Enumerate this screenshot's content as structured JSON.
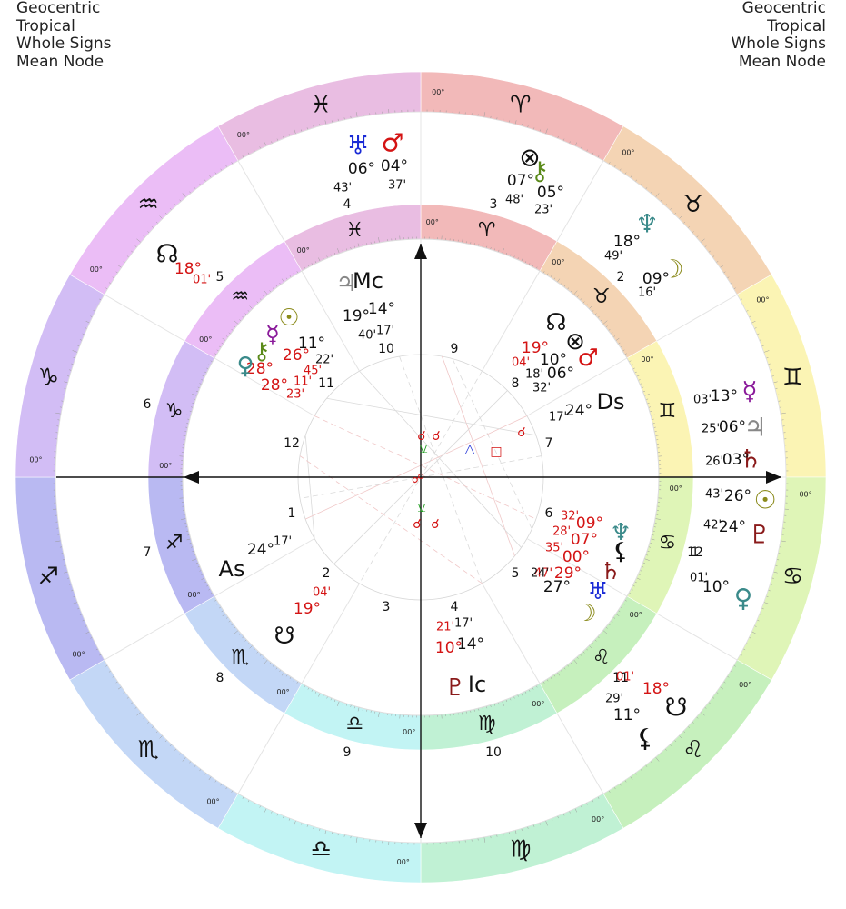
{
  "header": {
    "left": [
      "Geocentric",
      "Tropical",
      "Whole Signs",
      "Mean Node"
    ],
    "right": [
      "Geocentric",
      "Tropical",
      "Whole Signs",
      "Mean Node"
    ]
  },
  "signs": [
    {
      "glyph": "♈",
      "color": "#f2b9b9"
    },
    {
      "glyph": "♉",
      "color": "#f4d4b4"
    },
    {
      "glyph": "♊",
      "color": "#fbf4b4"
    },
    {
      "glyph": "♋",
      "color": "#dff5b7"
    },
    {
      "glyph": "♌",
      "color": "#c6f0bd"
    },
    {
      "glyph": "♍",
      "color": "#c0f1d4"
    },
    {
      "glyph": "♎",
      "color": "#c2f4f4"
    },
    {
      "glyph": "♏",
      "color": "#c3d7f6"
    },
    {
      "glyph": "♐",
      "color": "#b9b9f2"
    },
    {
      "glyph": "♑",
      "color": "#d2bdf5"
    },
    {
      "glyph": "♒",
      "color": "#ebbdf6"
    },
    {
      "glyph": "♓",
      "color": "#e9bde2"
    }
  ],
  "cusp_label": "00°",
  "outer_houses": [
    "1",
    "2",
    "3",
    "4",
    "5",
    "6",
    "7",
    "8",
    "9",
    "10",
    "11",
    "12"
  ],
  "inner_houses": [
    "1",
    "2",
    "3",
    "4",
    "5",
    "6",
    "7",
    "8",
    "9",
    "10",
    "11",
    "12"
  ],
  "outer_planets": [
    {
      "glyph": "♅",
      "color": "#1a2bd6",
      "deg": "06°",
      "min": "43'"
    },
    {
      "glyph": "♂",
      "color": "#d41414",
      "deg": "04°",
      "min": "37'"
    },
    {
      "glyph": "⊗",
      "color": "#111111",
      "deg": "07°",
      "min": "48'"
    },
    {
      "glyph": "⚷",
      "color": "#5a8a1a",
      "deg": "05°",
      "min": "23'"
    },
    {
      "glyph": "♆",
      "color": "#3a8a8a",
      "deg": "18°",
      "min": "49'"
    },
    {
      "glyph": "☽",
      "color": "#8a8a1a",
      "deg": "09°",
      "min": "16'"
    },
    {
      "glyph": "☊",
      "color": "#111111",
      "deg": "18°",
      "min": "01'"
    },
    {
      "glyph": "☿",
      "color": "#8a1a9a",
      "deg": "13°",
      "min": "03'"
    },
    {
      "glyph": "♃",
      "color": "#888888",
      "deg": "06°",
      "min": "25'"
    },
    {
      "glyph": "♄",
      "color": "#8a1a1a",
      "deg": "03°",
      "min": "26'"
    },
    {
      "glyph": "☉",
      "color": "#8a8a1a",
      "deg": "26°",
      "min": "43'"
    },
    {
      "glyph": "♇",
      "color": "#8a1a1a",
      "deg": "24°",
      "min": "42'"
    },
    {
      "glyph": "♀",
      "color": "#3a8a8a",
      "deg": "10°",
      "min": "01'"
    },
    {
      "glyph": "☋",
      "color": "#111111",
      "deg": "18°",
      "min": "01'"
    },
    {
      "glyph": "⚸",
      "color": "#111111",
      "deg": "11°",
      "min": "29'"
    }
  ],
  "inner_planets": [
    {
      "glyph": "♃",
      "color": "#888888",
      "deg": "19°",
      "min": "40'"
    },
    {
      "glyph": "Mc",
      "color": "#111111",
      "deg": "14°",
      "min": "17'"
    },
    {
      "glyph": "☉",
      "color": "#8a8a1a",
      "deg": "11°",
      "min": "22'"
    },
    {
      "glyph": "☿",
      "color": "#8a1a9a",
      "deg": "26°",
      "min": "45'"
    },
    {
      "glyph": "⚷",
      "color": "#5a8a1a",
      "deg": "28°",
      "min": "11'"
    },
    {
      "glyph": "♀",
      "color": "#3a8a8a",
      "deg": "28°",
      "min": "23'"
    },
    {
      "glyph": "☊",
      "color": "#111111",
      "deg": "19°",
      "min": "04'"
    },
    {
      "glyph": "⊗",
      "color": "#111111",
      "deg": "10°",
      "min": "18'"
    },
    {
      "glyph": "♂",
      "color": "#d41414",
      "deg": "06°",
      "min": "32'"
    },
    {
      "glyph": "Ds",
      "color": "#111111",
      "deg": "24°",
      "min": "17'"
    },
    {
      "glyph": "♆",
      "color": "#3a8a8a",
      "deg": "09°",
      "min": "32'"
    },
    {
      "glyph": "⚸",
      "color": "#111111",
      "deg": "07°",
      "min": "28'"
    },
    {
      "glyph": "♄",
      "color": "#8a1a1a",
      "deg": "00°",
      "min": "35'"
    },
    {
      "glyph": "♅",
      "color": "#1a2bd6",
      "deg": "29°",
      "min": "47'"
    },
    {
      "glyph": "☽",
      "color": "#8a8a1a",
      "deg": "27°",
      "min": "24'"
    },
    {
      "glyph": "♇",
      "color": "#8a1a1a",
      "deg": "10°",
      "min": "21'"
    },
    {
      "glyph": "Ic",
      "color": "#111111",
      "deg": "14°",
      "min": "17'"
    },
    {
      "glyph": "☋",
      "color": "#111111",
      "deg": "19°",
      "min": "04'"
    },
    {
      "glyph": "As",
      "color": "#111111",
      "deg": "24°",
      "min": "17'"
    }
  ],
  "aspect_symbols": [
    {
      "glyph": "☌",
      "color": "#d41414"
    },
    {
      "glyph": "☌",
      "color": "#d41414"
    },
    {
      "glyph": "⚺",
      "color": "#1a9a1a"
    },
    {
      "glyph": "☍",
      "color": "#d41414"
    },
    {
      "glyph": "⚺",
      "color": "#1a9a1a"
    },
    {
      "glyph": "☌",
      "color": "#d41414"
    },
    {
      "glyph": "☌",
      "color": "#d41414"
    },
    {
      "glyph": "△",
      "color": "#1a2bd6"
    },
    {
      "glyph": "□",
      "color": "#d41414"
    },
    {
      "glyph": "☌",
      "color": "#d41414"
    }
  ],
  "colors": {
    "retro": "#d41414",
    "text": "#111111",
    "axis": "#111111"
  }
}
